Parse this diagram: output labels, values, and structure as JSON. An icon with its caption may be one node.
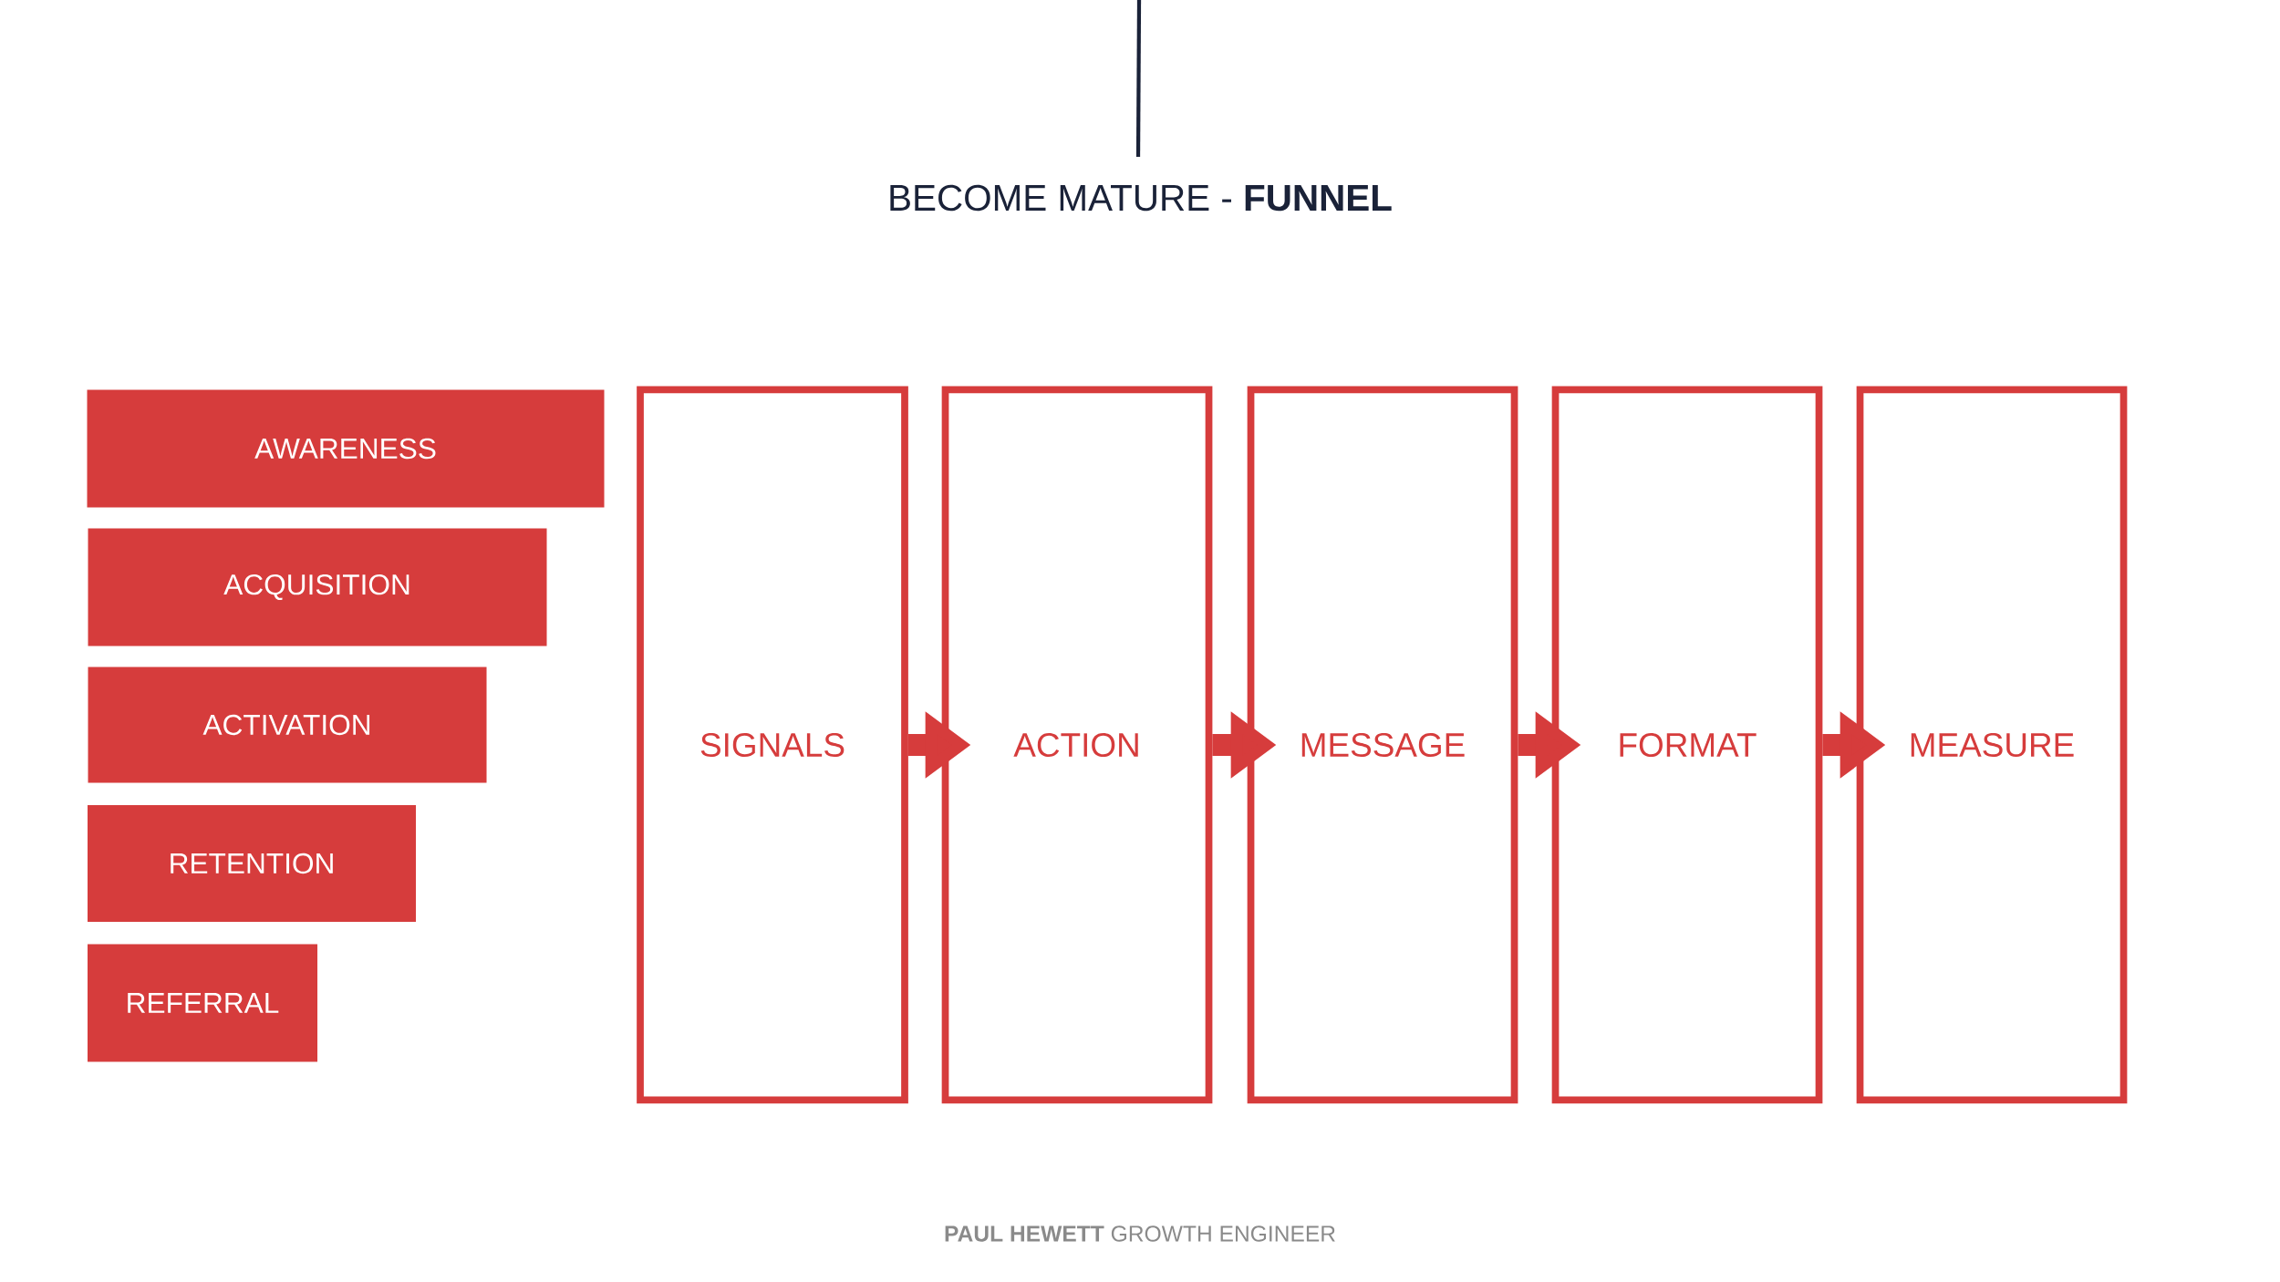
{
  "diagram": {
    "title": "BECOME MATURE - **FUNNEL**",
    "nodes": [
      {
        "text": [
          "AWARENESS"
        ]
      },
      {
        "text": [
          "ACQUISITION"
        ]
      },
      {
        "text": [
          "ACTIVATION"
        ]
      },
      {
        "text": [
          "RETENTION"
        ]
      },
      {
        "text": [
          "REFERRAL"
        ]
      },
      {
        "text": [
          "SIGNALS"
        ]
      },
      {
        "text": [
          "ACTION"
        ]
      },
      {
        "text": [
          "MESSAGE"
        ]
      },
      {
        "text": [
          "FORMAT"
        ]
      },
      {
        "text": [
          "MEASURE"
        ]
      }
    ],
    "edges": [
      {
        "from": 5,
        "to": 6,
        "arrow": "to"
      },
      {
        "from": 6,
        "to": 7,
        "arrow": "to"
      },
      {
        "from": 7,
        "to": 8,
        "arrow": "to"
      },
      {
        "from": 8,
        "to": 9,
        "arrow": "to"
      }
    ],
    "labels": [
      "**PAUL HEWETT** GROWTH ENGINEER"
    ]
  }
}
